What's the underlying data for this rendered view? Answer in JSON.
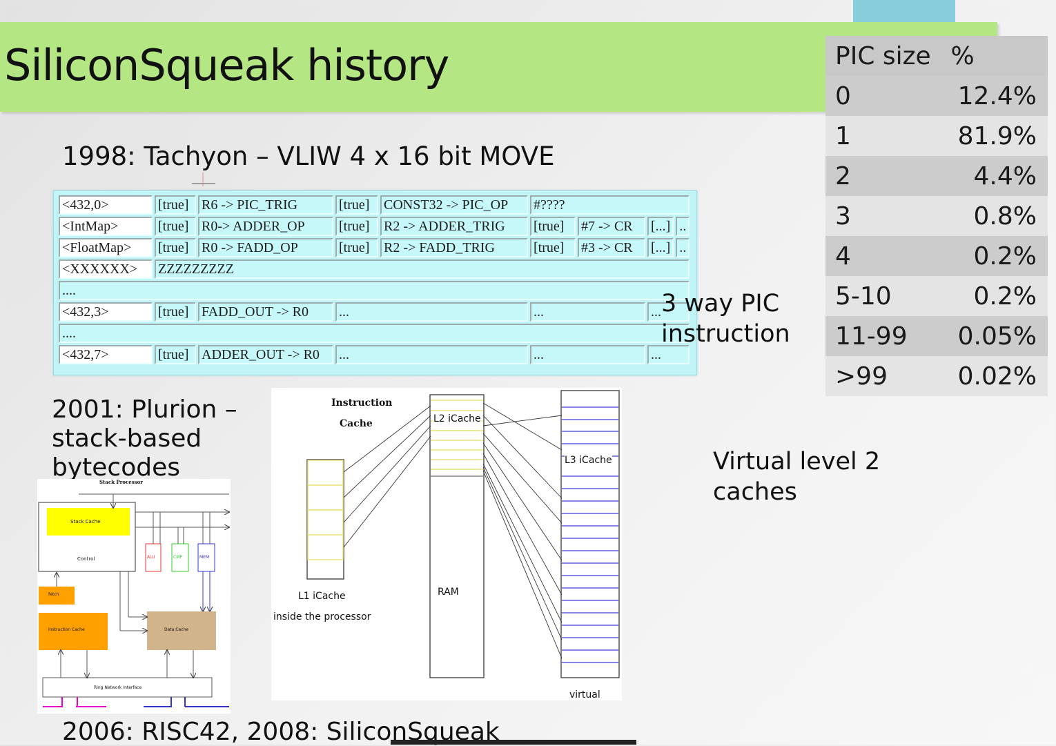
{
  "slide": {
    "title": "SiliconSqueak history",
    "heading_1998": "1998: Tachyon – VLIW 4 x 16 bit MOVE",
    "heading_2001": [
      "2001: Plurion –",
      "stack-based",
      "bytecodes"
    ],
    "footer": "2006: RISC42, 2008: SiliconSqueak"
  },
  "pic_table": {
    "headers": [
      "PIC size",
      "%"
    ],
    "rows": [
      {
        "size": "0",
        "pct": "12.4%"
      },
      {
        "size": "1",
        "pct": "81.9%"
      },
      {
        "size": "2",
        "pct": "4.4%"
      },
      {
        "size": "3",
        "pct": "0.8%"
      },
      {
        "size": "4",
        "pct": "0.2%"
      },
      {
        "size": "5-10",
        "pct": "0.2%"
      },
      {
        "size": "11-99",
        "pct": "0.05%"
      },
      {
        "size": ">99",
        "pct": "0.02%"
      }
    ]
  },
  "code_table": {
    "rows": [
      {
        "label": "<432,0>",
        "c1": "[true]",
        "c2": "R6 -> PIC_TRIG",
        "c3": "[true]",
        "c4": "CONST32 -> PIC_OP",
        "c5": "#????",
        "c6": "",
        "c7": "",
        "c8": ""
      },
      {
        "label": "<IntMap>",
        "c1": "[true]",
        "c2": "R0-> ADDER_OP",
        "c3": "[true]",
        "c4": "R2 -> ADDER_TRIG",
        "c5": "[true]",
        "c6": "#7 -> CR",
        "c7": "[...]",
        "c8": ".."
      },
      {
        "label": "<FloatMap>",
        "c1": "[true]",
        "c2": "R0 -> FADD_OP",
        "c3": "[true]",
        "c4": "R2 -> FADD_TRIG",
        "c5": "[true]",
        "c6": "#3 -> CR",
        "c7": "[...]",
        "c8": ".."
      },
      {
        "label": "<XXXXXX>",
        "span": "ZZZZZZZZZ"
      },
      {
        "full": "...."
      },
      {
        "label": "<432,3>",
        "c1": "[true]",
        "c2": "FADD_OUT -> R0",
        "c3": "...",
        "c4": "...",
        "c5": "..."
      },
      {
        "full": "...."
      },
      {
        "label": "<432,7>",
        "c1": "[true]",
        "c2": "ADDER_OUT -> R0",
        "c3": "...",
        "c4": "...",
        "c5": "..."
      }
    ]
  },
  "notes": {
    "pic_instruction": [
      "3 way PIC",
      "instruction"
    ],
    "virtual_caches": [
      "Virtual level 2",
      "caches"
    ]
  },
  "stack_diagram": {
    "title": "Stack Processor",
    "stack_cache": "Stack Cache",
    "control": "Control",
    "alu": "ALU",
    "cmp": "CMP",
    "mem": "MEM",
    "fetch": "fetch",
    "instruction_cache": "Instruction Cache",
    "data_cache": "Data Cache",
    "ring": "Ring Network Interface"
  },
  "cache_diagram": {
    "ic_title_1": "Instruction",
    "ic_title_2": "Cache",
    "l2": "L2 iCache",
    "l3": "L3 iCache",
    "ram": "RAM",
    "l1": "L1 iCache",
    "inside": "inside the processor",
    "virtual": "virtual"
  },
  "colors": {
    "title_bar": "#b4e684",
    "code_bg": "#c0f4f6",
    "table_header": "#c8c8c8",
    "stack_cache": "#ffff00",
    "fetch_orange": "#ffa000",
    "data_cache": "#d2b48c"
  }
}
